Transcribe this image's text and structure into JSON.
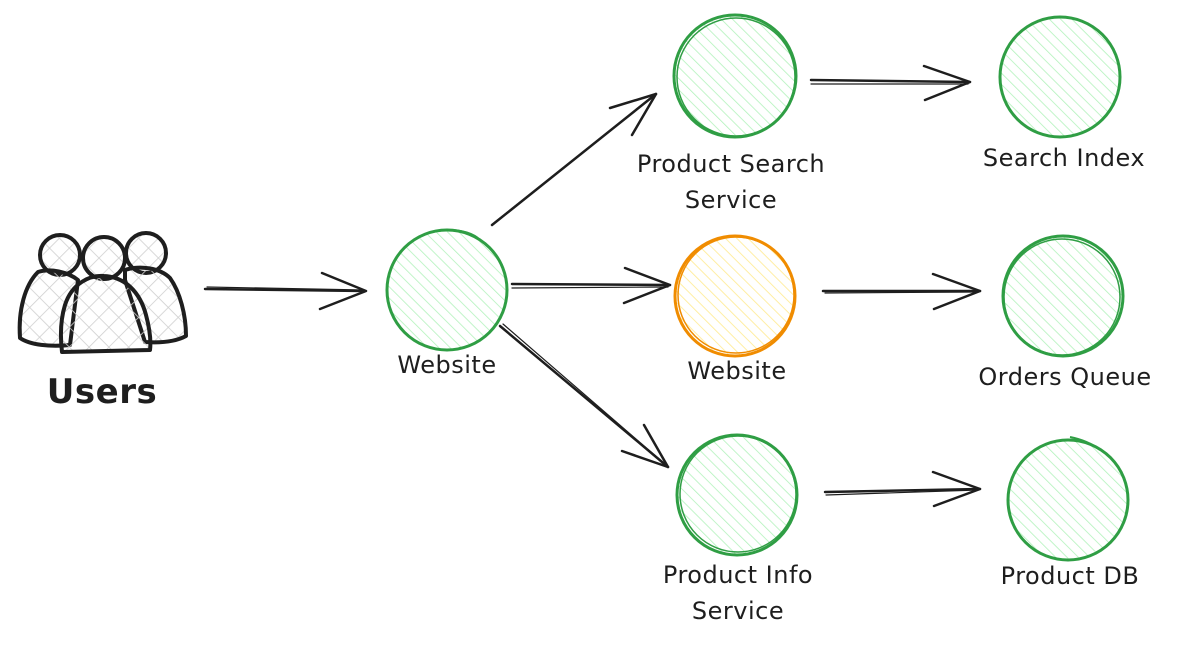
{
  "diagram": {
    "colors": {
      "stroke": "#1e1e1e",
      "green_stroke": "#2f9e44",
      "green_fill": "#b2f2bb",
      "orange_stroke": "#f08c00",
      "orange_fill": "#ffec99",
      "users_fill": "#cfcfcf"
    },
    "nodes": [
      {
        "id": "users",
        "type": "users-icon",
        "label_lines": [
          "Users"
        ]
      },
      {
        "id": "website",
        "type": "circle",
        "color": "green",
        "label_lines": [
          "Website"
        ]
      },
      {
        "id": "product-search-service",
        "type": "circle",
        "color": "green",
        "label_lines": [
          "Product Search",
          "Service"
        ]
      },
      {
        "id": "website-2",
        "type": "circle",
        "color": "orange",
        "label_lines": [
          "Website"
        ]
      },
      {
        "id": "product-info-service",
        "type": "circle",
        "color": "green",
        "label_lines": [
          "Product Info",
          "Service"
        ]
      },
      {
        "id": "search-index",
        "type": "circle",
        "color": "green",
        "label_lines": [
          "Search Index"
        ]
      },
      {
        "id": "orders-queue",
        "type": "circle",
        "color": "green",
        "label_lines": [
          "Orders Queue"
        ]
      },
      {
        "id": "product-db",
        "type": "circle",
        "color": "green",
        "label_lines": [
          "Product DB"
        ]
      }
    ],
    "edges": [
      {
        "from": "users",
        "to": "website"
      },
      {
        "from": "website",
        "to": "product-search-service"
      },
      {
        "from": "website",
        "to": "website-2"
      },
      {
        "from": "website",
        "to": "product-info-service"
      },
      {
        "from": "product-search-service",
        "to": "search-index"
      },
      {
        "from": "website-2",
        "to": "orders-queue"
      },
      {
        "from": "product-info-service",
        "to": "product-db"
      }
    ]
  }
}
